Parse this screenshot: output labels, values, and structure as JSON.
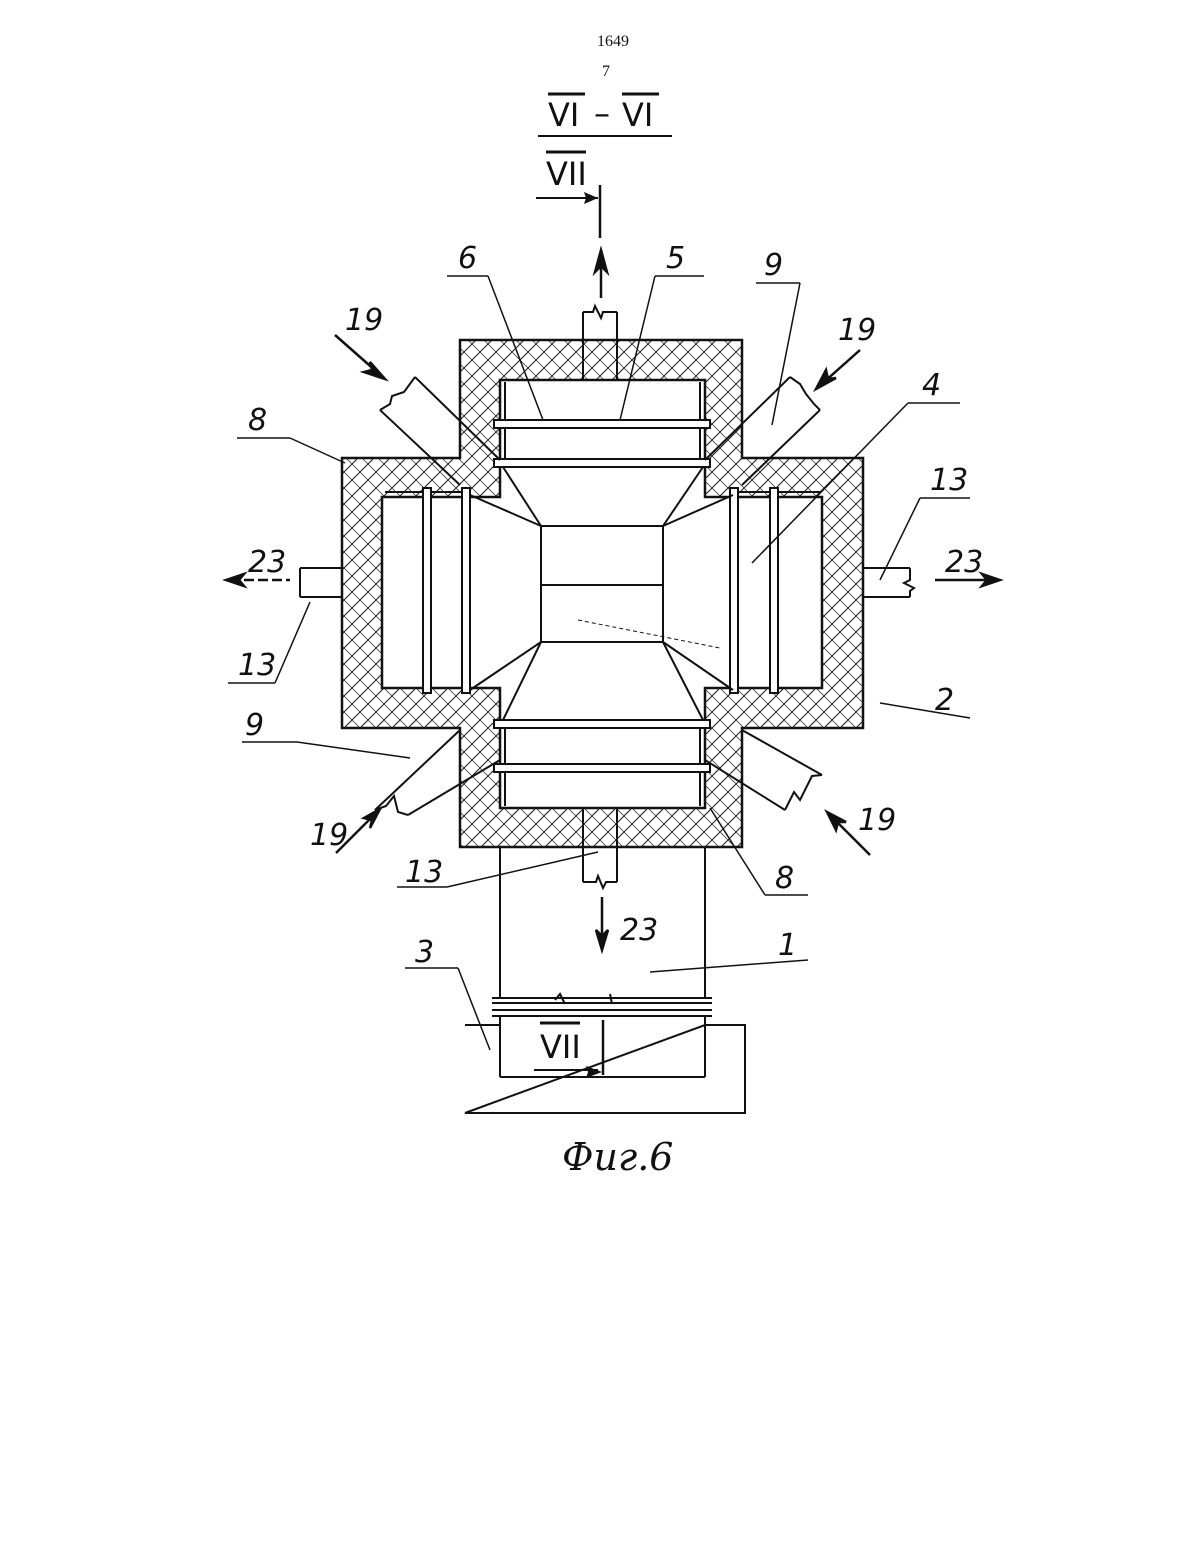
{
  "header": {
    "page_number": "1649",
    "column_number": "7"
  },
  "section": {
    "label_left": "VI",
    "dash": "–",
    "label_right": "VI",
    "view_label": "VII"
  },
  "labels": {
    "l1": "1",
    "l2": "2",
    "l3": "3",
    "l4": "4",
    "l5": "5",
    "l6": "6",
    "l8": "8",
    "l9": "9",
    "l13": "13",
    "l19": "19",
    "l23": "23"
  },
  "caption": "Фиг.6"
}
